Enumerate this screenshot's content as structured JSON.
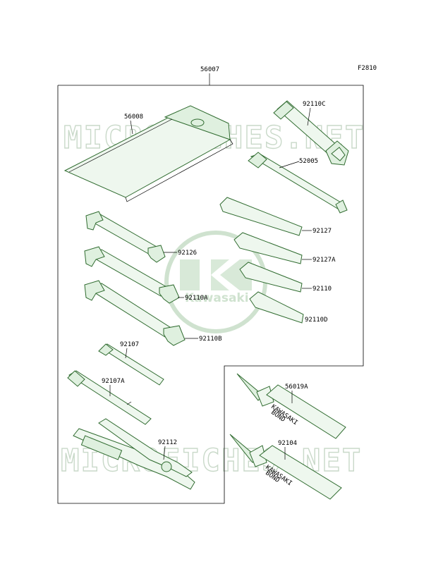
{
  "figure": {
    "code": "F2810",
    "assembly": "56007",
    "watermark": "MICROFICHES.NET",
    "logo_text": "Kawasaki",
    "accent_color": "#2f6b2f",
    "fill_color": "#eef7ee",
    "parts": [
      {
        "number": "56008",
        "name": "tool-bag"
      },
      {
        "number": "92110C",
        "name": "plug-wrench"
      },
      {
        "number": "52005",
        "name": "driver-bar"
      },
      {
        "number": "92127",
        "name": "hex-key"
      },
      {
        "number": "92127A",
        "name": "hex-key"
      },
      {
        "number": "92110",
        "name": "hex-key"
      },
      {
        "number": "92110D",
        "name": "hex-key"
      },
      {
        "number": "92126",
        "name": "open-end-wrench"
      },
      {
        "number": "92110A",
        "name": "open-end-wrench"
      },
      {
        "number": "92110B",
        "name": "open-end-wrench"
      },
      {
        "number": "92107",
        "name": "screwdriver-bit"
      },
      {
        "number": "92107A",
        "name": "screwdriver-handle"
      },
      {
        "number": "92112",
        "name": "pliers"
      },
      {
        "number": "56019A",
        "name": "bond-tube"
      },
      {
        "number": "92104",
        "name": "bond-tube"
      }
    ],
    "tube_print": [
      "KAWASAKI",
      "BOND"
    ]
  }
}
